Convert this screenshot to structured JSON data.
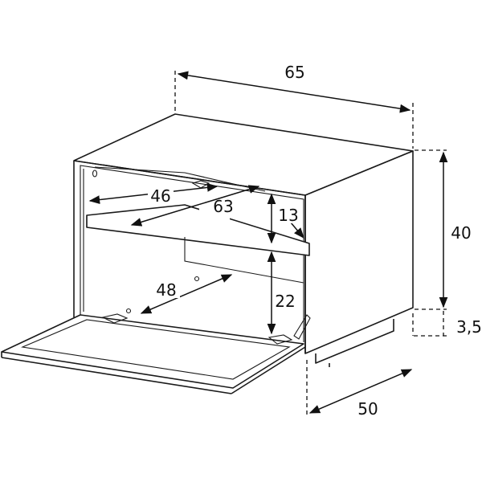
{
  "dimensions": {
    "width": "65",
    "height": "40",
    "plinth": "3,5",
    "depth": "50",
    "inner_width": "63",
    "inner_depth_top": "46",
    "inner_depth_bottom": "48",
    "upper_height": "13",
    "lower_height": "22"
  }
}
